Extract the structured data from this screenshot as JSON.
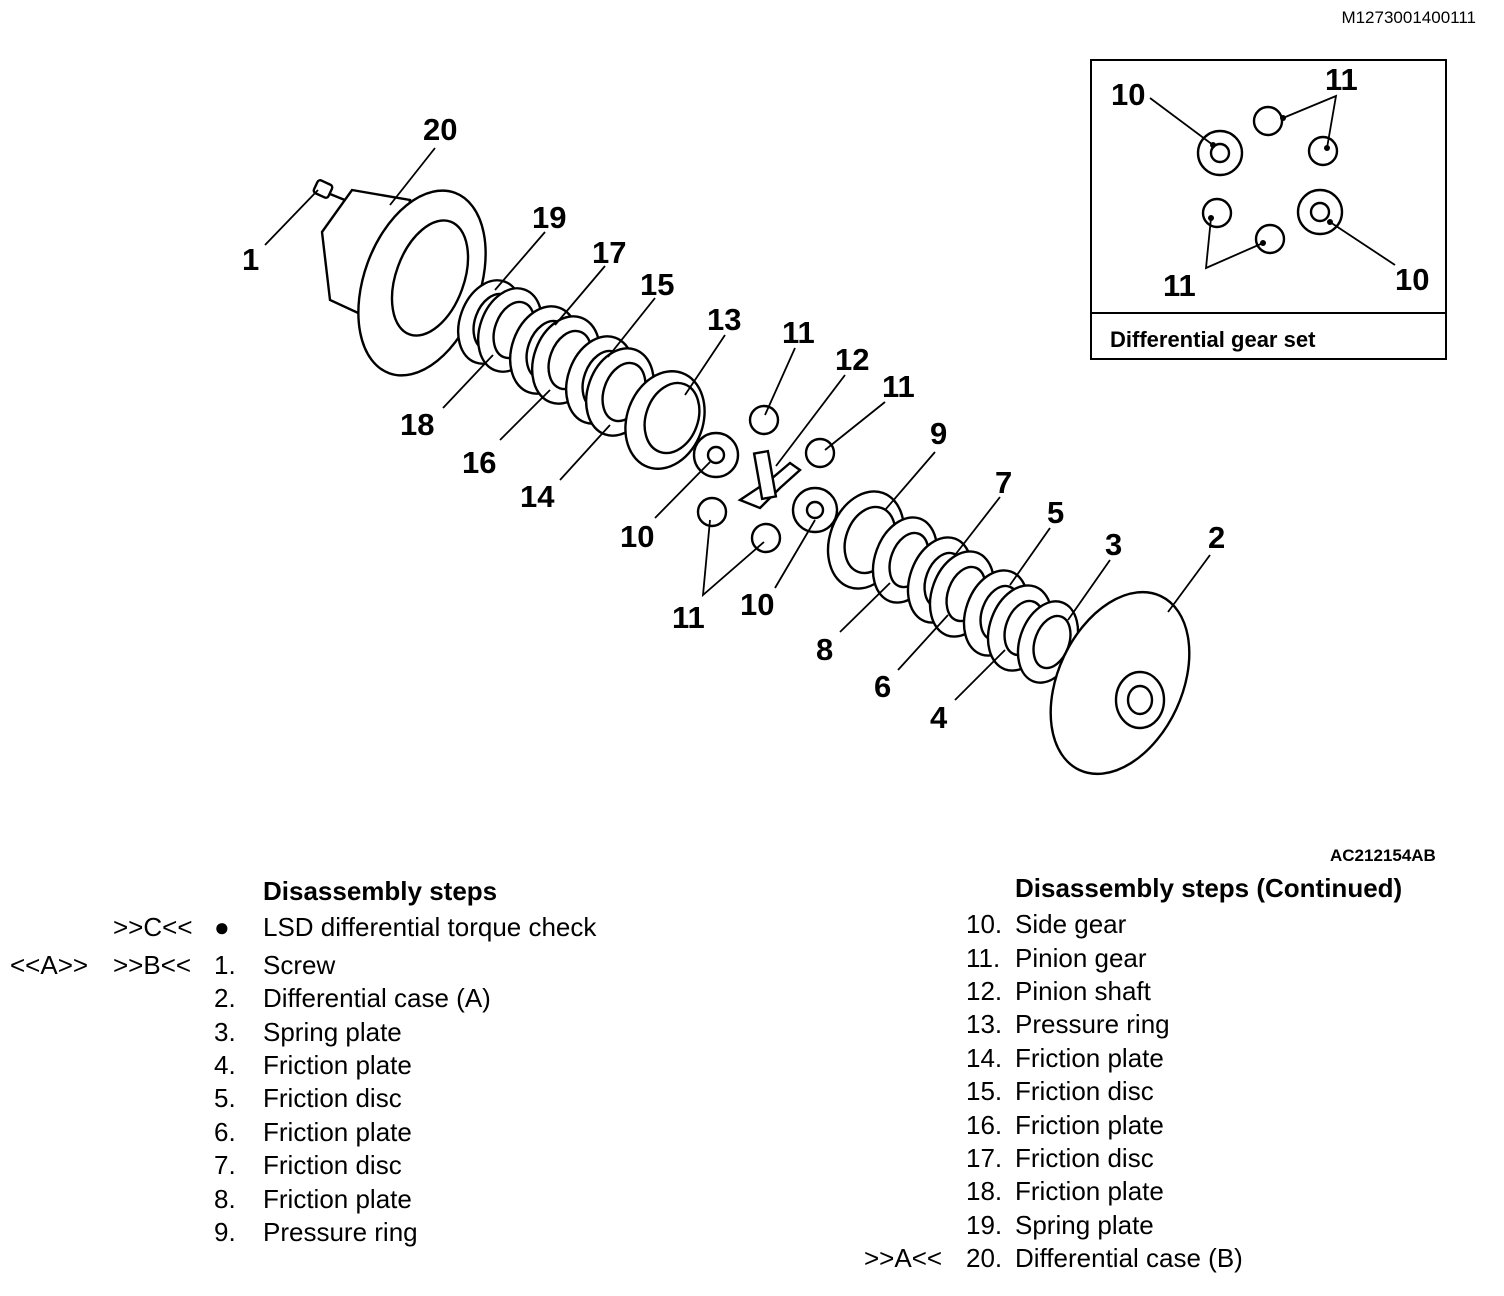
{
  "doc_id": "M1273001400111",
  "figure_id": "AC212154AB",
  "inset": {
    "title": "Differential gear set",
    "labels": [
      "10",
      "11",
      "11",
      "10"
    ]
  },
  "callouts": [
    "1",
    "2",
    "3",
    "4",
    "5",
    "6",
    "7",
    "8",
    "9",
    "10",
    "10",
    "11",
    "11",
    "11",
    "12",
    "13",
    "14",
    "15",
    "16",
    "17",
    "18",
    "19",
    "20"
  ],
  "left_list": {
    "heading": "Disassembly steps",
    "rows": [
      {
        "a": "",
        "b": ">>C<<",
        "n": "●",
        "t": "LSD differential torque check"
      },
      {
        "a": "<<A>>",
        "b": ">>B<<",
        "n": "1.",
        "t": "Screw"
      },
      {
        "a": "",
        "b": "",
        "n": "2.",
        "t": "Differential case (A)"
      },
      {
        "a": "",
        "b": "",
        "n": "3.",
        "t": "Spring plate"
      },
      {
        "a": "",
        "b": "",
        "n": "4.",
        "t": "Friction plate"
      },
      {
        "a": "",
        "b": "",
        "n": "5.",
        "t": "Friction disc"
      },
      {
        "a": "",
        "b": "",
        "n": "6.",
        "t": "Friction plate"
      },
      {
        "a": "",
        "b": "",
        "n": "7.",
        "t": "Friction disc"
      },
      {
        "a": "",
        "b": "",
        "n": "8.",
        "t": "Friction plate"
      },
      {
        "a": "",
        "b": "",
        "n": "9.",
        "t": "Pressure ring"
      }
    ]
  },
  "right_list": {
    "heading": "Disassembly steps (Continued)",
    "rows": [
      {
        "b": "",
        "n": "10.",
        "t": "Side gear"
      },
      {
        "b": "",
        "n": "11.",
        "t": "Pinion gear"
      },
      {
        "b": "",
        "n": "12.",
        "t": "Pinion shaft"
      },
      {
        "b": "",
        "n": "13.",
        "t": "Pressure ring"
      },
      {
        "b": "",
        "n": "14.",
        "t": "Friction plate"
      },
      {
        "b": "",
        "n": "15.",
        "t": "Friction disc"
      },
      {
        "b": "",
        "n": "16.",
        "t": "Friction plate"
      },
      {
        "b": "",
        "n": "17.",
        "t": "Friction disc"
      },
      {
        "b": "",
        "n": "18.",
        "t": "Friction plate"
      },
      {
        "b": "",
        "n": "19.",
        "t": "Spring plate"
      },
      {
        "b": ">>A<<",
        "n": "20.",
        "t": "Differential case (B)"
      }
    ]
  }
}
